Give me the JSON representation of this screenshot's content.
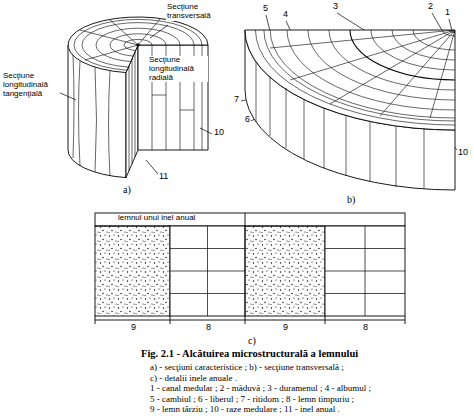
{
  "diagram": {
    "title": "Fig. 2.1 - Alcătuirea microstructurală a lemnului",
    "labels": [
      "Secţiune transversală",
      "Secţiune longitudinală tangenţială",
      "Secţiune longitudinală radială",
      "10",
      "11",
      "a)",
      "5",
      "4",
      "3",
      "2",
      "1",
      "7",
      "6",
      "10",
      "b)",
      "lemnul unui inel anual",
      "9",
      "8",
      "9",
      "8",
      "c)",
      "a) - secţiuni caracteristice ; b) - secţiune transversală ;",
      "c) - detalii inele anuale .",
      "1 - canal medular ; 2 - măduvă ; 3 - duramenul ; 4 - albumul ;",
      "5 - cambiul ; 6 - liberul ; 7 - ritidom ; 8 - lemn timpuriu ;",
      "9 - lemn târziu ; 10 - raze medulare ; 11 - inel anual ."
    ]
  }
}
